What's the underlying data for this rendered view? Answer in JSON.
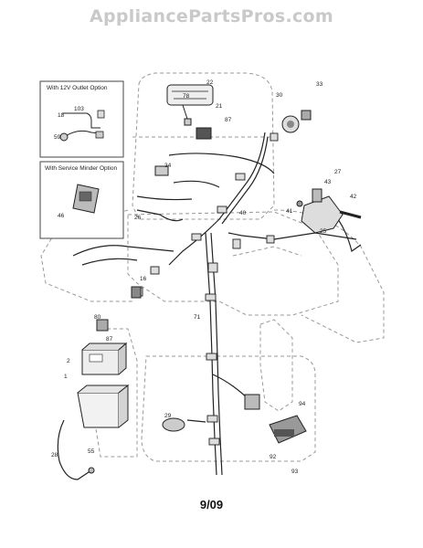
{
  "watermark": "AppliancePartsPros.com",
  "footer_date": "9/09",
  "insets": {
    "outlet": "With 12V Outlet Option",
    "minder": "With Service Minder Option"
  },
  "callouts": {
    "c22": "22",
    "c78": "78",
    "c21": "21",
    "c87a": "87",
    "c30": "30",
    "c33": "33",
    "c34": "34",
    "c27": "27",
    "c43": "43",
    "c42": "42",
    "c41": "41",
    "c25": "25",
    "c40": "40",
    "c26": "26",
    "c16": "16",
    "c71": "71",
    "c80": "80",
    "c2": "2",
    "c87b": "87",
    "c1": "1",
    "c29": "29",
    "c94": "94",
    "c92": "92",
    "c93": "93",
    "c28": "28",
    "c55": "55",
    "c103": "103",
    "c18": "18",
    "c59": "59",
    "c46": "46"
  }
}
